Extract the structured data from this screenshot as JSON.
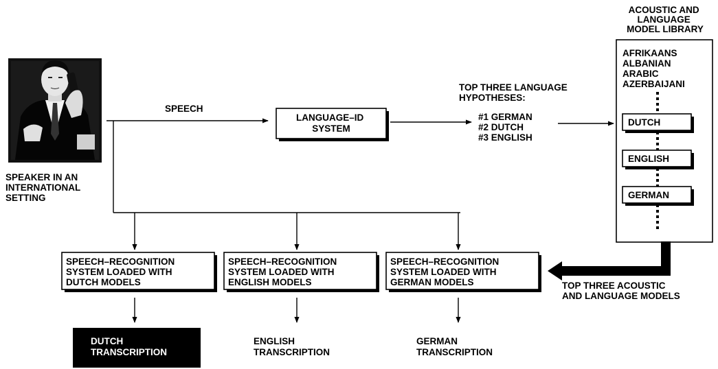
{
  "speaker": {
    "label_lines": [
      "SPEAKER IN AN",
      "INTERNATIONAL",
      "SETTING"
    ]
  },
  "speech_label": "SPEECH",
  "language_id": {
    "lines": [
      "LANGUAGE–ID",
      "SYSTEM"
    ]
  },
  "hypotheses": {
    "title_lines": [
      "TOP THREE LANGUAGE",
      "HYPOTHESES:"
    ],
    "items": [
      "#1 GERMAN",
      "#2 DUTCH",
      "#3 ENGLISH"
    ]
  },
  "library": {
    "title_lines": [
      "ACOUSTIC AND",
      "LANGUAGE",
      "MODEL LIBRARY"
    ],
    "languages": [
      "AFRIKAANS",
      "ALBANIAN",
      "ARABIC",
      "AZERBAIJANI"
    ],
    "selected": [
      "DUTCH",
      "ENGLISH",
      "GERMAN"
    ]
  },
  "top_models_label": [
    "TOP THREE ACOUSTIC",
    "AND LANGUAGE MODELS"
  ],
  "recognizers": [
    {
      "lines": [
        "SPEECH–RECOGNITION",
        "SYSTEM LOADED WITH",
        "DUTCH MODELS"
      ]
    },
    {
      "lines": [
        "SPEECH–RECOGNITION",
        "SYSTEM LOADED WITH",
        "ENGLISH MODELS"
      ]
    },
    {
      "lines": [
        "SPEECH–RECOGNITION",
        "SYSTEM LOADED WITH",
        "GERMAN MODELS"
      ]
    }
  ],
  "transcriptions": [
    {
      "lines": [
        "DUTCH",
        "TRANSCRIPTION"
      ],
      "highlighted": true
    },
    {
      "lines": [
        "ENGLISH",
        "TRANSCRIPTION"
      ],
      "highlighted": false
    },
    {
      "lines": [
        "GERMAN",
        "TRANSCRIPTION"
      ],
      "highlighted": false
    }
  ]
}
